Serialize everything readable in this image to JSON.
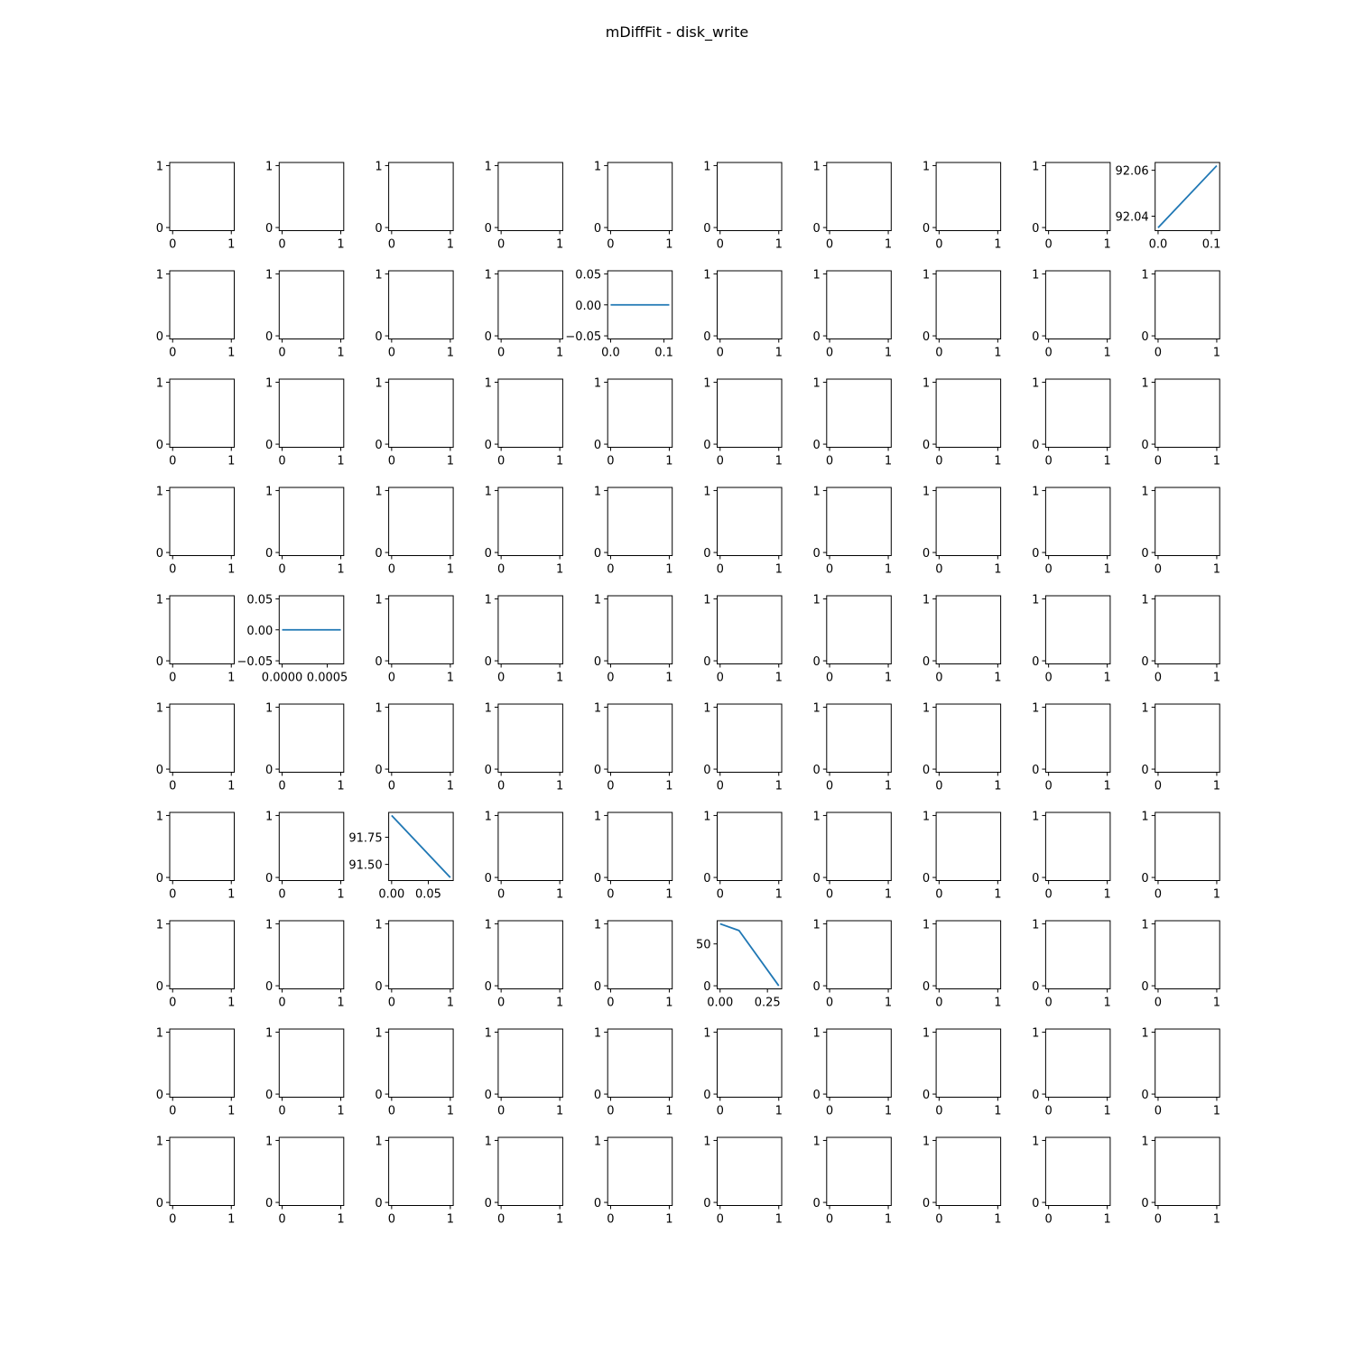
{
  "figure": {
    "title": "mDiffFit - disk_write",
    "rows": 10,
    "cols": 10,
    "line_color": "#1f77b4"
  },
  "chart_data": [
    {
      "type": "line",
      "row": 0,
      "col": 9,
      "series": [
        {
          "x": [
            0.0,
            0.11
          ],
          "y": [
            92.035,
            92.062
          ]
        }
      ],
      "xlim": [
        -0.0055,
        0.1155
      ],
      "ylim": [
        92.0337,
        92.0634
      ],
      "xticks": [
        0.0,
        0.1
      ],
      "xtick_labels": [
        "0.0",
        "0.1"
      ],
      "yticks": [
        92.04,
        92.06
      ],
      "ytick_labels": [
        "92.04",
        "92.06"
      ]
    },
    {
      "type": "line",
      "row": 1,
      "col": 4,
      "series": [
        {
          "x": [
            0.0,
            0.11
          ],
          "y": [
            0.0,
            0.0
          ]
        }
      ],
      "xlim": [
        -0.0055,
        0.1155
      ],
      "ylim": [
        -0.055,
        0.055
      ],
      "xticks": [
        0.0,
        0.1
      ],
      "xtick_labels": [
        "0.0",
        "0.1"
      ],
      "yticks": [
        -0.05,
        0.0,
        0.05
      ],
      "ytick_labels": [
        "−0.05",
        "0.00",
        "0.05"
      ]
    },
    {
      "type": "line",
      "row": 4,
      "col": 1,
      "series": [
        {
          "x": [
            0.0,
            0.00065
          ],
          "y": [
            0.0,
            0.0
          ]
        }
      ],
      "xlim": [
        -3.25e-05,
        0.0006825
      ],
      "ylim": [
        -0.055,
        0.055
      ],
      "xticks": [
        0.0,
        0.0005
      ],
      "xtick_labels": [
        "0.0000",
        "0.0005"
      ],
      "yticks": [
        -0.05,
        0.0,
        0.05
      ],
      "ytick_labels": [
        "−0.05",
        "0.00",
        "0.05"
      ]
    },
    {
      "type": "line",
      "row": 6,
      "col": 2,
      "series": [
        {
          "x": [
            0.0,
            0.08
          ],
          "y": [
            91.95,
            91.38
          ]
        }
      ],
      "xlim": [
        -0.004,
        0.084
      ],
      "ylim": [
        91.3515,
        91.9785
      ],
      "xticks": [
        0.0,
        0.05
      ],
      "xtick_labels": [
        "0.00",
        "0.05"
      ],
      "yticks": [
        91.5,
        91.75
      ],
      "ytick_labels": [
        "91.50",
        "91.75"
      ]
    },
    {
      "type": "line",
      "row": 7,
      "col": 5,
      "series": [
        {
          "x": [
            0.0,
            0.1,
            0.31
          ],
          "y": [
            74,
            66,
            0
          ]
        }
      ],
      "xlim": [
        -0.0155,
        0.3255
      ],
      "ylim": [
        -3.7,
        77.7
      ],
      "xticks": [
        0.0,
        0.25
      ],
      "xtick_labels": [
        "0.00",
        "0.25"
      ],
      "yticks": [
        0,
        50
      ],
      "ytick_labels": [
        "0",
        "50"
      ]
    }
  ],
  "empty_axes": {
    "xlim": [
      -0.05,
      1.05
    ],
    "ylim": [
      -0.05,
      1.05
    ],
    "xticks": [
      0,
      1
    ],
    "xtick_labels": [
      "0",
      "1"
    ],
    "yticks": [
      0,
      1
    ],
    "ytick_labels": [
      "0",
      "1"
    ]
  }
}
